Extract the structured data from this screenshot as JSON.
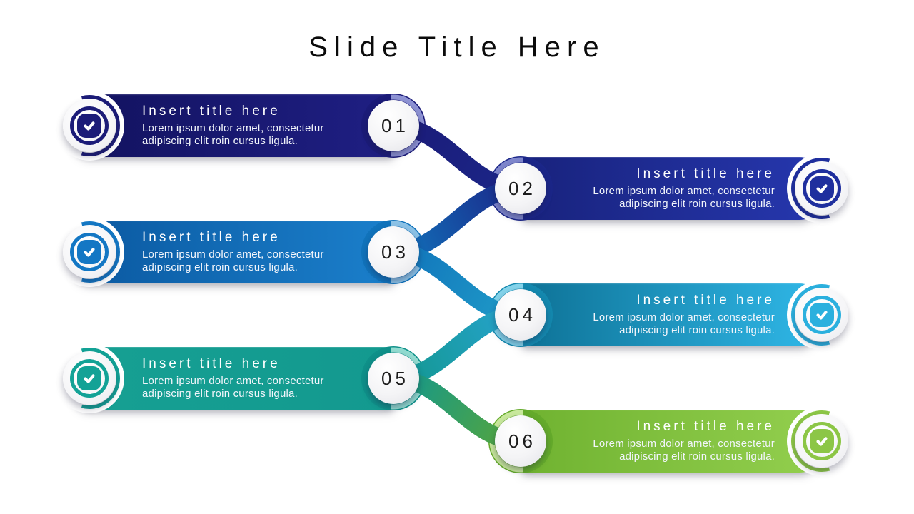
{
  "slide": {
    "title": "Slide Title Here",
    "background": "#ffffff"
  },
  "items": [
    {
      "number": "01",
      "side": "left",
      "title": "Insert title here",
      "body_line1": "Lorem ipsum dolor amet, consectetur",
      "body_line2": "adipiscing elit roin cursus ligula.",
      "colors": {
        "bar_start": "#12125e",
        "bar_end": "#1f1f84",
        "accent": "#1c1c78",
        "disk": "#1b1b78",
        "crescent": "#8e93d4"
      }
    },
    {
      "number": "02",
      "side": "right",
      "title": "Insert title here",
      "body_line1": "Lorem ipsum dolor amet, consectetur",
      "body_line2": "adipiscing elit roin cursus ligula.",
      "colors": {
        "bar_start": "#18227c",
        "bar_end": "#2637ae",
        "accent": "#1f2f9e",
        "disk": "#1b2688",
        "crescent": "#7e86cc"
      }
    },
    {
      "number": "03",
      "side": "left",
      "title": "Insert title here",
      "body_line1": "Lorem ipsum dolor amet, consectetur",
      "body_line2": "adipiscing elit roin cursus ligula.",
      "colors": {
        "bar_start": "#0a58a0",
        "bar_end": "#1b80cc",
        "accent": "#1377c4",
        "disk": "#1173bb",
        "crescent": "#8cc2e6"
      }
    },
    {
      "number": "04",
      "side": "right",
      "title": "Insert title here",
      "body_line1": "Lorem ipsum dolor amet, consectetur",
      "body_line2": "adipiscing elit roin cursus ligula.",
      "colors": {
        "bar_start": "#0d7195",
        "bar_end": "#30b8e8",
        "accent": "#2bb0de",
        "disk": "#1488ae",
        "crescent": "#84d3ea"
      }
    },
    {
      "number": "05",
      "side": "left",
      "title": "Insert title here",
      "body_line1": "Lorem ipsum dolor amet, consectetur",
      "body_line2": "adipiscing elit roin cursus ligula.",
      "colors": {
        "bar_start": "#16a093",
        "bar_end": "#13998f",
        "accent": "#13a296",
        "disk": "#0f9089",
        "crescent": "#92dbd0"
      }
    },
    {
      "number": "06",
      "side": "right",
      "title": "Insert title here",
      "body_line1": "Lorem ipsum dolor amet, consectetur",
      "body_line2": "adipiscing elit roin cursus ligula.",
      "colors": {
        "bar_start": "#6fb230",
        "bar_end": "#93cf4e",
        "accent": "#8cc646",
        "disk": "#64aa2b",
        "crescent": "#c8e89c"
      }
    }
  ],
  "connectors": [
    {
      "from": "01",
      "to": "02",
      "start_color": "#1b1b78",
      "end_color": "#1b2688"
    },
    {
      "from": "02",
      "to": "03",
      "start_color": "#1b2688",
      "end_color": "#1173bb"
    },
    {
      "from": "03",
      "to": "04",
      "start_color": "#1173bb",
      "end_color": "#1f9cc8"
    },
    {
      "from": "04",
      "to": "05",
      "start_color": "#27a3cf",
      "end_color": "#12978e"
    },
    {
      "from": "05",
      "to": "06",
      "start_color": "#12978e",
      "end_color": "#57a63a"
    }
  ]
}
